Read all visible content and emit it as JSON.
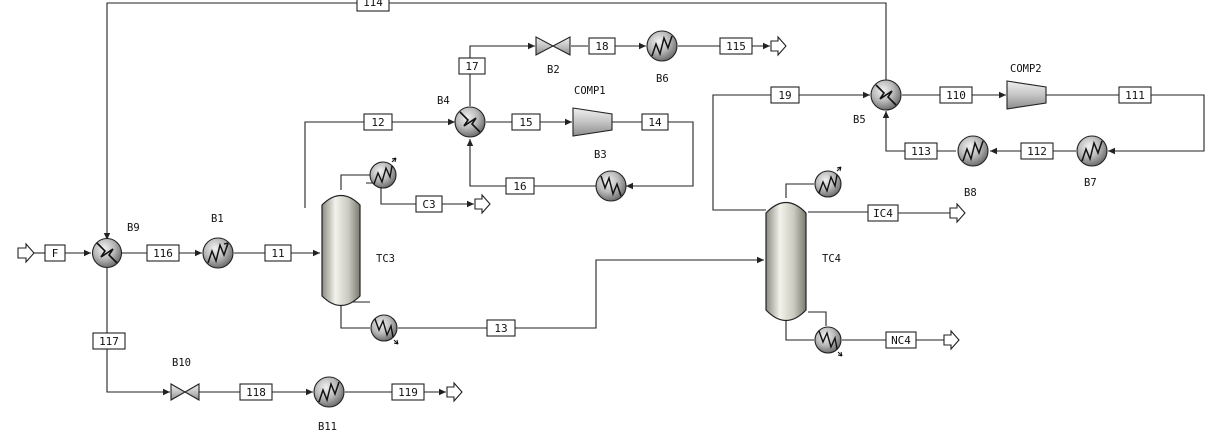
{
  "streams": {
    "s114": "114",
    "s17": "17",
    "s18": "18",
    "s115": "115",
    "s19": "19",
    "s110": "110",
    "s111": "111",
    "s12": "12",
    "s15": "15",
    "s14": "14",
    "s113": "113",
    "s112": "112",
    "s16": "16",
    "sC3": "C3",
    "sIC4": "IC4",
    "sF": "F",
    "s116": "116",
    "s11": "11",
    "s13": "13",
    "sNC4": "NC4",
    "s117": "117",
    "s118": "118",
    "s119": "119"
  },
  "units": {
    "B2": "B2",
    "B6": "B6",
    "B4": "B4",
    "COMP1": "COMP1",
    "B3": "B3",
    "B5": "B5",
    "COMP2": "COMP2",
    "B8": "B8",
    "B7": "B7",
    "B9": "B9",
    "B1": "B1",
    "TC3": "TC3",
    "TC4": "TC4",
    "B10": "B10",
    "B11": "B11"
  }
}
